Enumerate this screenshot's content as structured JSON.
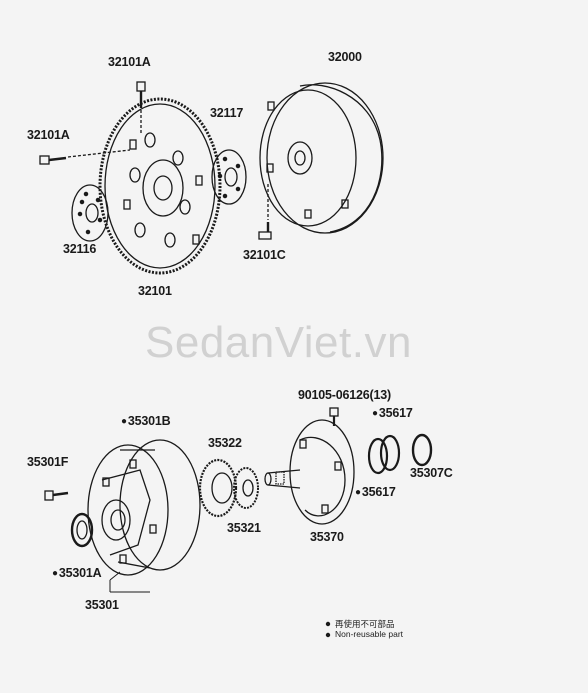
{
  "parts": {
    "p32101A_top": "32101A",
    "p32101A_left": "32101A",
    "p32000": "32000",
    "p32117": "32117",
    "p32116": "32116",
    "p32101": "32101",
    "p32101C": "32101C",
    "p35301B": "35301B",
    "p35322": "35322",
    "p90105": "90105-06126(13)",
    "p35617_top": "35617",
    "p35301F": "35301F",
    "p35617_bottom": "35617",
    "p35307C": "35307C",
    "p35321": "35321",
    "p35370": "35370",
    "p35301A": "35301A",
    "p35301": "35301"
  },
  "legend": {
    "line1": "再使用不可部品",
    "line2": "Non-reusable part"
  },
  "watermark": "SedanViet.vn",
  "colors": {
    "line": "#1a1a1a",
    "background": "#f4f4f4",
    "watermark": "#b4b4b4"
  }
}
